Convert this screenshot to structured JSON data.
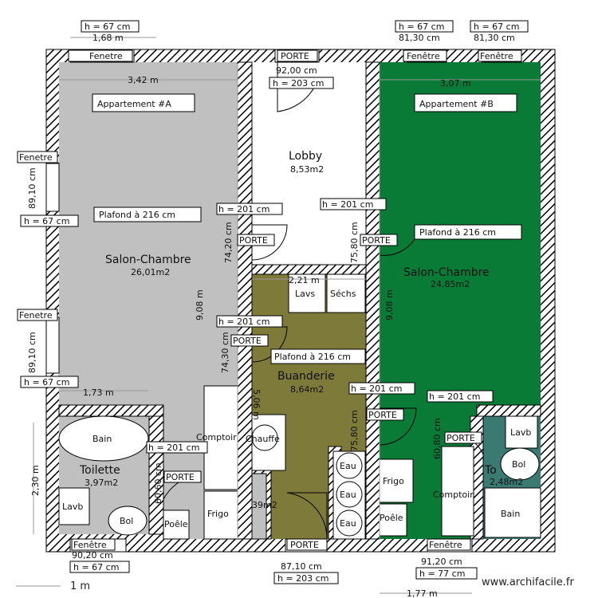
{
  "labels": {
    "fenetre": "Fenetre",
    "fenetre_accent": "Fenêtre",
    "porte": "PORTE",
    "plafond": "Plafond à 216 cm",
    "apt_a": "Appartement #A",
    "apt_b": "Appartement #B",
    "lobby": "Lobby",
    "lobby_area": "8,53m2",
    "salon_a": "Salon-Chambre",
    "salon_a_area": "26,01m2",
    "salon_b": "Salon-Chambre",
    "salon_b_area": "24,85m2",
    "buanderie": "Buanderie",
    "buanderie_area": "8,64m2",
    "toilette": "Toilette",
    "toilette_area": "3,97m2",
    "toilette_b": "To",
    "toilette_b_area": "2,48m2",
    "closet_area": "39m2",
    "lavs": "Lavs",
    "sechs": "Séchs",
    "bain": "Bain",
    "lavb": "Lavb",
    "bol": "Bol",
    "poele": "Poêle",
    "frigo": "Frigo",
    "comptoir": "Comptoir",
    "chauffe": "Chauffe",
    "eau": "Eau",
    "watermark": "www.archifacile.fr",
    "scale": "1 m"
  },
  "dimensions": {
    "h67": "h = 67 cm",
    "h201": "h = 201 cm",
    "h203": "h = 203 cm",
    "h77": "h = 77 cm",
    "d168": "1,68 m",
    "d342": "3,42 m",
    "d307": "3,07 m",
    "d8130": "81,30 cm",
    "d9200": "92,00 cm",
    "d8910": "89,10 cm",
    "d908": "9,08 m",
    "d221": "2,21 m",
    "d7420": "74,20 cm",
    "d7580": "75,80 cm",
    "d7430": "74,30 cm",
    "d173": "1,73 m",
    "d230": "2,30 m",
    "d506": "5,06 m",
    "d6060": "60,60 cm",
    "d6080": "60,80 cm",
    "d9020": "90,20 cm",
    "d8710": "87,10 cm",
    "d9120": "91,20 cm",
    "d177": "1,77 m"
  },
  "colors": {
    "wall_hatch": "#000000",
    "apt_a_floor": "#c0c0c0",
    "apt_b_floor": "#0a7a37",
    "buanderie_floor": "#7d7a3a",
    "toilette_b_floor": "#3a7a73",
    "lobby_floor": "#ffffff"
  }
}
